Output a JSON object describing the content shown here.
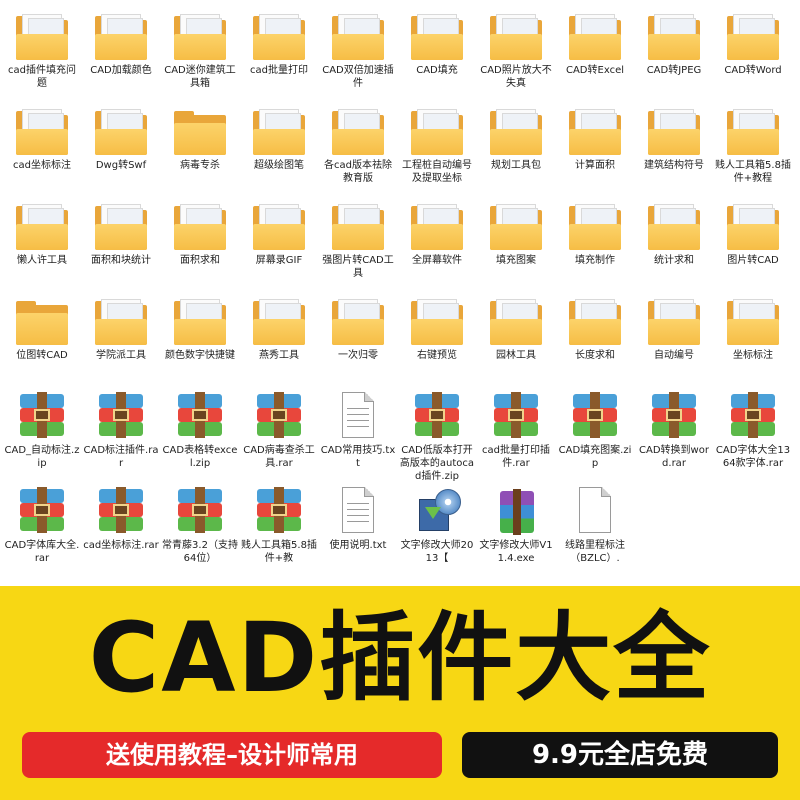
{
  "rows": [
    [
      {
        "label": "cad插件填充问题",
        "type": "folder"
      },
      {
        "label": "CAD加载颜色",
        "type": "folder"
      },
      {
        "label": "CAD迷你建筑工具箱",
        "type": "folder"
      },
      {
        "label": "cad批量打印",
        "type": "folder"
      },
      {
        "label": "CAD双倍加速插件",
        "type": "folder"
      },
      {
        "label": "CAD填充",
        "type": "folder"
      },
      {
        "label": "CAD照片放大不失真",
        "type": "folder"
      },
      {
        "label": "CAD转Excel",
        "type": "folder"
      },
      {
        "label": "CAD转JPEG",
        "type": "folder"
      },
      {
        "label": "CAD转Word",
        "type": "folder"
      }
    ],
    [
      {
        "label": "cad坐标标注",
        "type": "folder"
      },
      {
        "label": "Dwg转Swf",
        "type": "folder"
      },
      {
        "label": "病毒专杀",
        "type": "folder-plain"
      },
      {
        "label": "超级绘图笔",
        "type": "folder"
      },
      {
        "label": "各cad版本祛除教育版",
        "type": "folder"
      },
      {
        "label": "工程桩自动编号及提取坐标",
        "type": "folder"
      },
      {
        "label": "规划工具包",
        "type": "folder"
      },
      {
        "label": "计算面积",
        "type": "folder"
      },
      {
        "label": "建筑结构符号",
        "type": "folder"
      },
      {
        "label": "贱人工具箱5.8插件+教程",
        "type": "folder"
      }
    ],
    [
      {
        "label": "懒人许工具",
        "type": "folder"
      },
      {
        "label": "面积和块统计",
        "type": "folder"
      },
      {
        "label": "面积求和",
        "type": "folder"
      },
      {
        "label": "屏幕录GIF",
        "type": "folder"
      },
      {
        "label": "强图片转CAD工具",
        "type": "folder"
      },
      {
        "label": "全屏幕软件",
        "type": "folder"
      },
      {
        "label": "填充图案",
        "type": "folder"
      },
      {
        "label": "填充制作",
        "type": "folder"
      },
      {
        "label": "统计求和",
        "type": "folder"
      },
      {
        "label": "图片转CAD",
        "type": "folder"
      }
    ],
    [
      {
        "label": "位图转CAD",
        "type": "folder-plain"
      },
      {
        "label": "学院派工具",
        "type": "folder"
      },
      {
        "label": "颜色数字快捷键",
        "type": "folder"
      },
      {
        "label": "燕秀工具",
        "type": "folder"
      },
      {
        "label": "一次归零",
        "type": "folder"
      },
      {
        "label": "右键预览",
        "type": "folder"
      },
      {
        "label": "园林工具",
        "type": "folder"
      },
      {
        "label": "长度求和",
        "type": "folder"
      },
      {
        "label": "自动编号",
        "type": "folder"
      },
      {
        "label": "坐标标注",
        "type": "folder"
      }
    ],
    [
      {
        "label": "CAD_自动标注.zip",
        "type": "rar"
      },
      {
        "label": "CAD标注插件.rar",
        "type": "rar"
      },
      {
        "label": "CAD表格转excel.zip",
        "type": "rar"
      },
      {
        "label": "CAD病毒查杀工具.rar",
        "type": "rar"
      },
      {
        "label": "CAD常用技巧.txt",
        "type": "doc"
      },
      {
        "label": "CAD低版本打开高版本的autocad插件.zip",
        "type": "rar"
      },
      {
        "label": "cad批量打印插件.rar",
        "type": "rar"
      },
      {
        "label": "CAD填充图案.zip",
        "type": "rar"
      },
      {
        "label": "CAD转换到word.rar",
        "type": "rar"
      },
      {
        "label": "CAD字体大全1364款字体.rar",
        "type": "rar"
      }
    ],
    [
      {
        "label": "CAD字体库大全.rar",
        "type": "rar"
      },
      {
        "label": "cad坐标标注.rar",
        "type": "rar"
      },
      {
        "label": "常青藤3.2（支持64位）",
        "type": "rar"
      },
      {
        "label": "贱人工具箱5.8插件+教",
        "type": "rar"
      },
      {
        "label": "使用说明.txt",
        "type": "doc"
      },
      {
        "label": "文字修改大师2013【",
        "type": "exe"
      },
      {
        "label": "文字修改大师V11.4.exe",
        "type": "winexe"
      },
      {
        "label": "线路里程标注（BZLC）.",
        "type": "blank"
      }
    ]
  ],
  "banner": {
    "title": "CAD插件大全",
    "left_pill": "送使用教程–设计师常用",
    "right_pill": "9.9元全店免费"
  },
  "colors": {
    "banner_bg": "#f7d714",
    "left_pill_bg": "#e52a2a",
    "right_pill_bg": "#111111",
    "folder": "#f6bd45"
  }
}
